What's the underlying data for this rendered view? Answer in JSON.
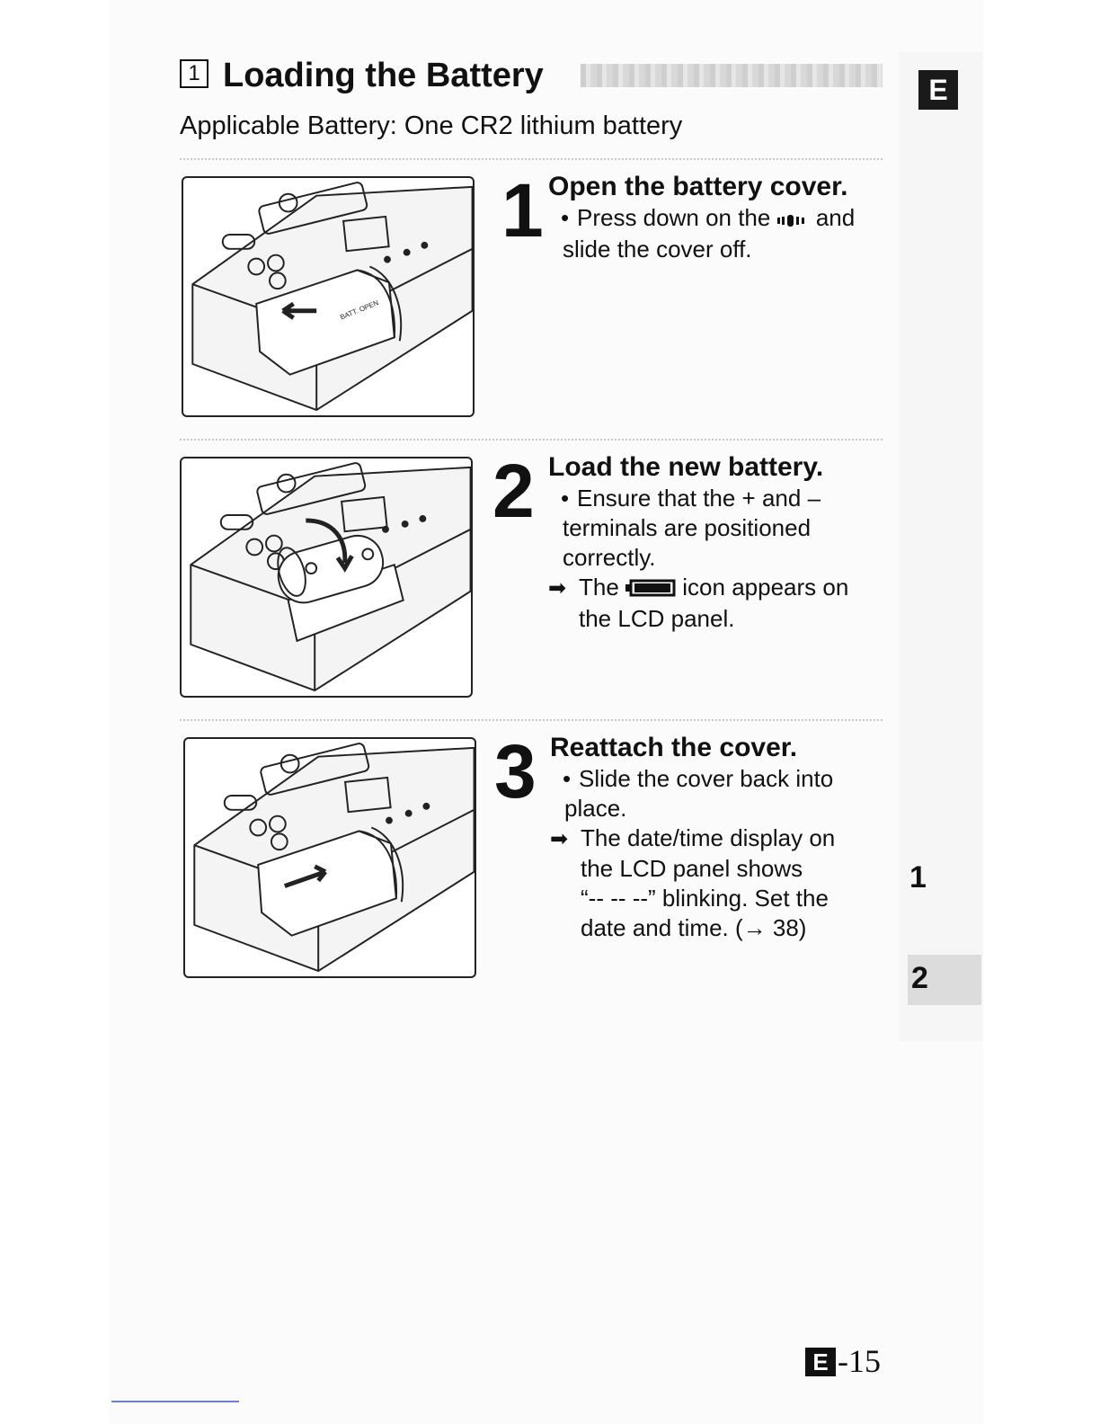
{
  "header": {
    "section_marker": "1",
    "title": "Loading the Battery",
    "language_tab": "E",
    "subtitle": "Applicable Battery: One CR2 lithium battery"
  },
  "steps": [
    {
      "number": "1",
      "heading": "Open the battery cover.",
      "bullets": [
        "Press down on the",
        "and",
        "slide the cover off."
      ],
      "result": []
    },
    {
      "number": "2",
      "heading": "Load the new battery.",
      "bullets": [
        "Ensure that the + and –",
        "terminals are positioned",
        "correctly."
      ],
      "result": [
        "The",
        "icon appears on",
        "the LCD panel."
      ]
    },
    {
      "number": "3",
      "heading": "Reattach the cover.",
      "bullets": [
        "Slide the cover back into",
        "place."
      ],
      "result": [
        "The date/time display on",
        "the LCD panel shows",
        "“-- -- --” blinking. Set the",
        "date and time. (→ 38)"
      ]
    }
  ],
  "figure_labels": {
    "batt_open": "BATT. OPEN"
  },
  "side_index": {
    "chapter_1": "1",
    "chapter_2": "2"
  },
  "footer": {
    "page_prefix": "E",
    "page_number": "-15"
  },
  "symbols": {
    "bullet": "•",
    "result_arrow": "➡"
  }
}
